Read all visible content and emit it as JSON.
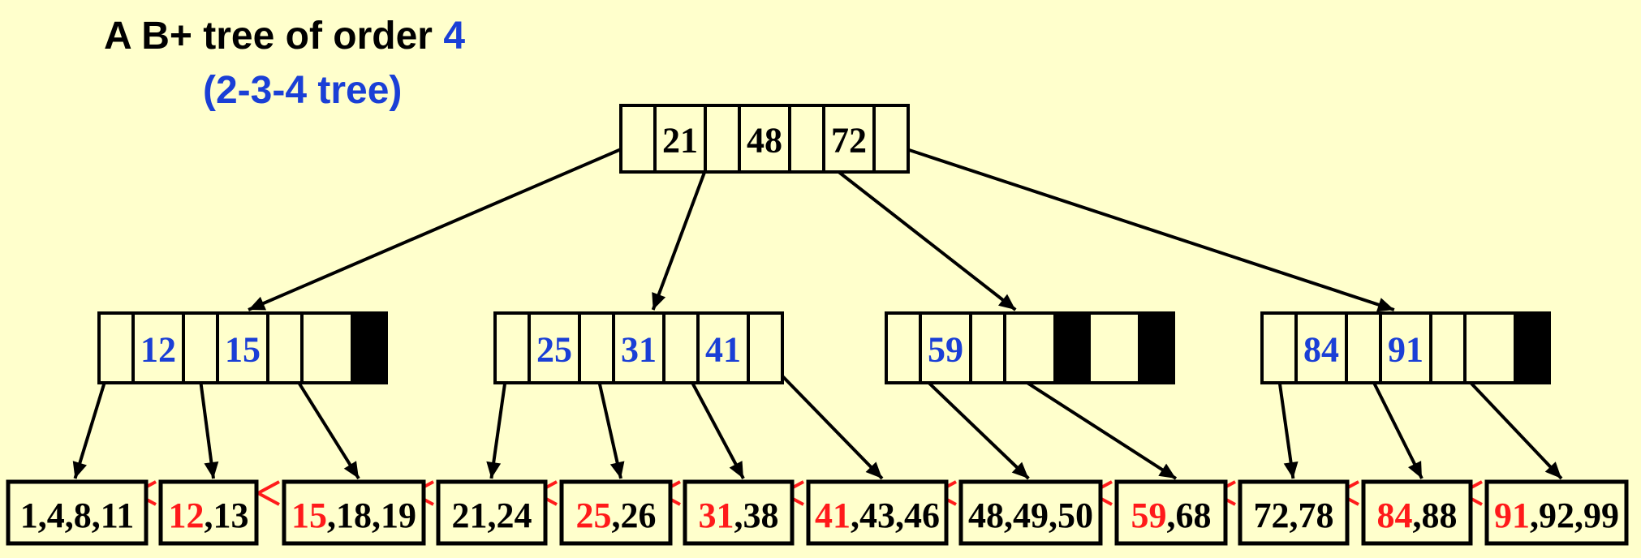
{
  "title": {
    "line1_prefix": "A B+ tree of order ",
    "line1_accent": "4",
    "line2": "(2-3-4 tree)"
  },
  "colors": {
    "background": "#ffffcc",
    "key_black": "#000000",
    "key_blue": "#1a3fd6",
    "key_red": "#ff1a1a"
  },
  "root": {
    "keys": [
      "21",
      "48",
      "72"
    ]
  },
  "internal_nodes": [
    {
      "keys": [
        "12",
        "15"
      ],
      "capacity": 3
    },
    {
      "keys": [
        "25",
        "31",
        "41"
      ],
      "capacity": 3
    },
    {
      "keys": [
        "59"
      ],
      "capacity": 3
    },
    {
      "keys": [
        "84",
        "91"
      ],
      "capacity": 3
    }
  ],
  "leaves": [
    {
      "first": "",
      "rest": "1,4,8,11"
    },
    {
      "first": "12",
      "rest": ",13"
    },
    {
      "first": "15",
      "rest": ",18,19"
    },
    {
      "first": "",
      "rest": "21,24"
    },
    {
      "first": "25",
      "rest": ",26"
    },
    {
      "first": "31",
      "rest": ",38"
    },
    {
      "first": "41",
      "rest": ",43,46"
    },
    {
      "first": "",
      "rest": "48,49,50"
    },
    {
      "first": "59",
      "rest": ",68"
    },
    {
      "first": "",
      "rest": "72,78"
    },
    {
      "first": "84",
      "rest": ",88"
    },
    {
      "first": "91",
      "rest": ",92,99"
    }
  ]
}
